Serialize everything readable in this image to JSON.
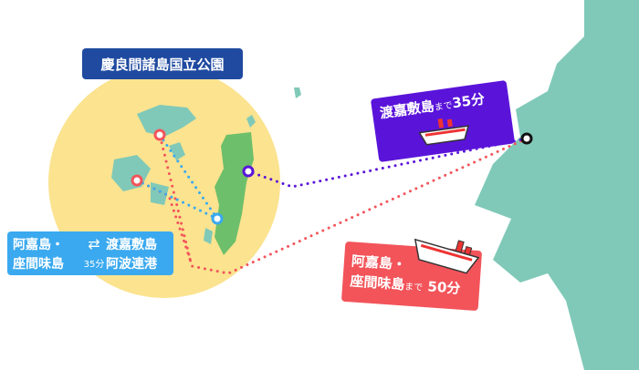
{
  "title": "慶良間諸島国立公園",
  "inter_island": {
    "from_line1": "阿嘉島・",
    "from_line2": "座間味島",
    "arrow": "⇄",
    "time": "35分",
    "to_line1": "渡嘉敷島",
    "to_line2": "阿波連港"
  },
  "tokashiki_route": {
    "dest": "渡嘉敷島",
    "made": "まで",
    "time": "35分"
  },
  "zamami_route": {
    "dest_line1": "阿嘉島・",
    "dest_line2": "座間味島",
    "made": "まで",
    "time": "50分"
  },
  "colors": {
    "park": "#fbe38f",
    "land": "#80c9b8",
    "island": "#6dbf6b",
    "title": "#1f4aa0",
    "inter": "#3aa9ef",
    "tokashiki": "#5a14d9",
    "zamami": "#f2545a"
  }
}
